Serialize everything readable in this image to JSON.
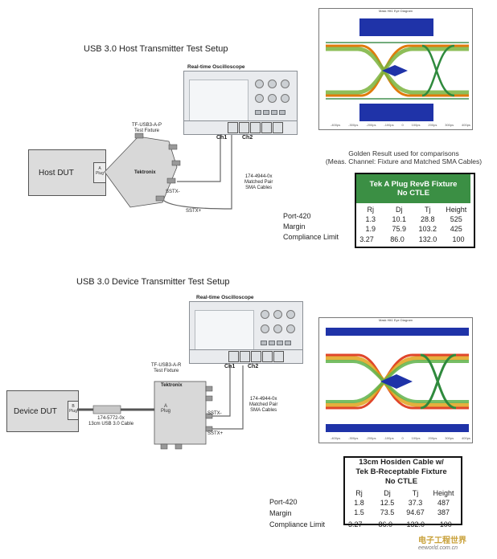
{
  "host": {
    "title": "USB 3.0 Host Transmitter Test Setup",
    "scope_label": "Real-time Oscilloscope",
    "ch1": "Ch1",
    "ch2": "Ch2",
    "fixture_label": "TF-USB3-A-P\nTest Fixture",
    "dut_label": "Host DUT",
    "plug_label": "A\nPlug",
    "brand": "Tektronix",
    "cable_label": "174-4944-0x\nMatched Pair\nSMA Cables",
    "sstx_minus": "SSTX-",
    "sstx_plus": "SSTX+"
  },
  "device": {
    "title": "USB 3.0 Device Transmitter Test Setup",
    "scope_label": "Real-time Oscilloscope",
    "ch1": "Ch1",
    "ch2": "Ch2",
    "fixture_label": "TF-USB3-A-R\nTest Fixture",
    "dut_label": "Device DUT",
    "dut_plug": "B\nPlug",
    "fixture_plug": "A\nPlug",
    "brand": "Tektronix",
    "usb_cable_label": "174-5772-0x\n13cm USB 3.0 Cable",
    "cable_label": "174-4944-0x\nMatched Pair\nSMA Cables",
    "sstx_minus": "SSTX-",
    "sstx_plus": "SSTX+"
  },
  "eye_top": {
    "header": "Mask Hit1 Eye Diagram",
    "x_ticks": [
      "-400ps",
      "-300ps",
      "-200ps",
      "-100ps",
      "0",
      "100ps",
      "200ps",
      "300ps",
      "400ps"
    ]
  },
  "eye_bottom": {
    "header": "Mask Hit1 Eye Diagram",
    "x_ticks": [
      "-400ps",
      "-300ps",
      "-200ps",
      "-100ps",
      "0",
      "100ps",
      "200ps",
      "300ps",
      "400ps"
    ]
  },
  "golden": {
    "caption_line1": "Golden Result used for comparisons",
    "caption_line2": "(Meas. Channel: Fixture and Matched SMA Cables)",
    "table_head": "Tek A Plug RevB Fixture\nNo CTLE",
    "columns": [
      "Rj",
      "Dj",
      "Tj",
      "Height"
    ],
    "rows": [
      [
        "1.3",
        "10.1",
        "28.8",
        "525"
      ],
      [
        "1.9",
        "75.9",
        "103.2",
        "425"
      ]
    ],
    "limits": [
      "3.27",
      "86.0",
      "132.0",
      "100"
    ],
    "side_labels": [
      "Port-420",
      "Margin",
      "Compliance Limit"
    ]
  },
  "hosiden": {
    "table_head": "13cm Hosiden Cable w/\nTek B-Receptable Fixture\nNo CTLE",
    "columns": [
      "Rj",
      "Dj",
      "Tj",
      "Height"
    ],
    "rows": [
      [
        "1.8",
        "12.5",
        "37.3",
        "487"
      ],
      [
        "1.5",
        "73.5",
        "94.67",
        "387"
      ]
    ],
    "limits": [
      "3.27",
      "86.0",
      "132.0",
      "100"
    ],
    "side_labels": [
      "Port-420",
      "Margin",
      "Compliance Limit"
    ]
  },
  "watermark": {
    "cn": "电子工程世界",
    "url": "eeworld.com.cn"
  }
}
